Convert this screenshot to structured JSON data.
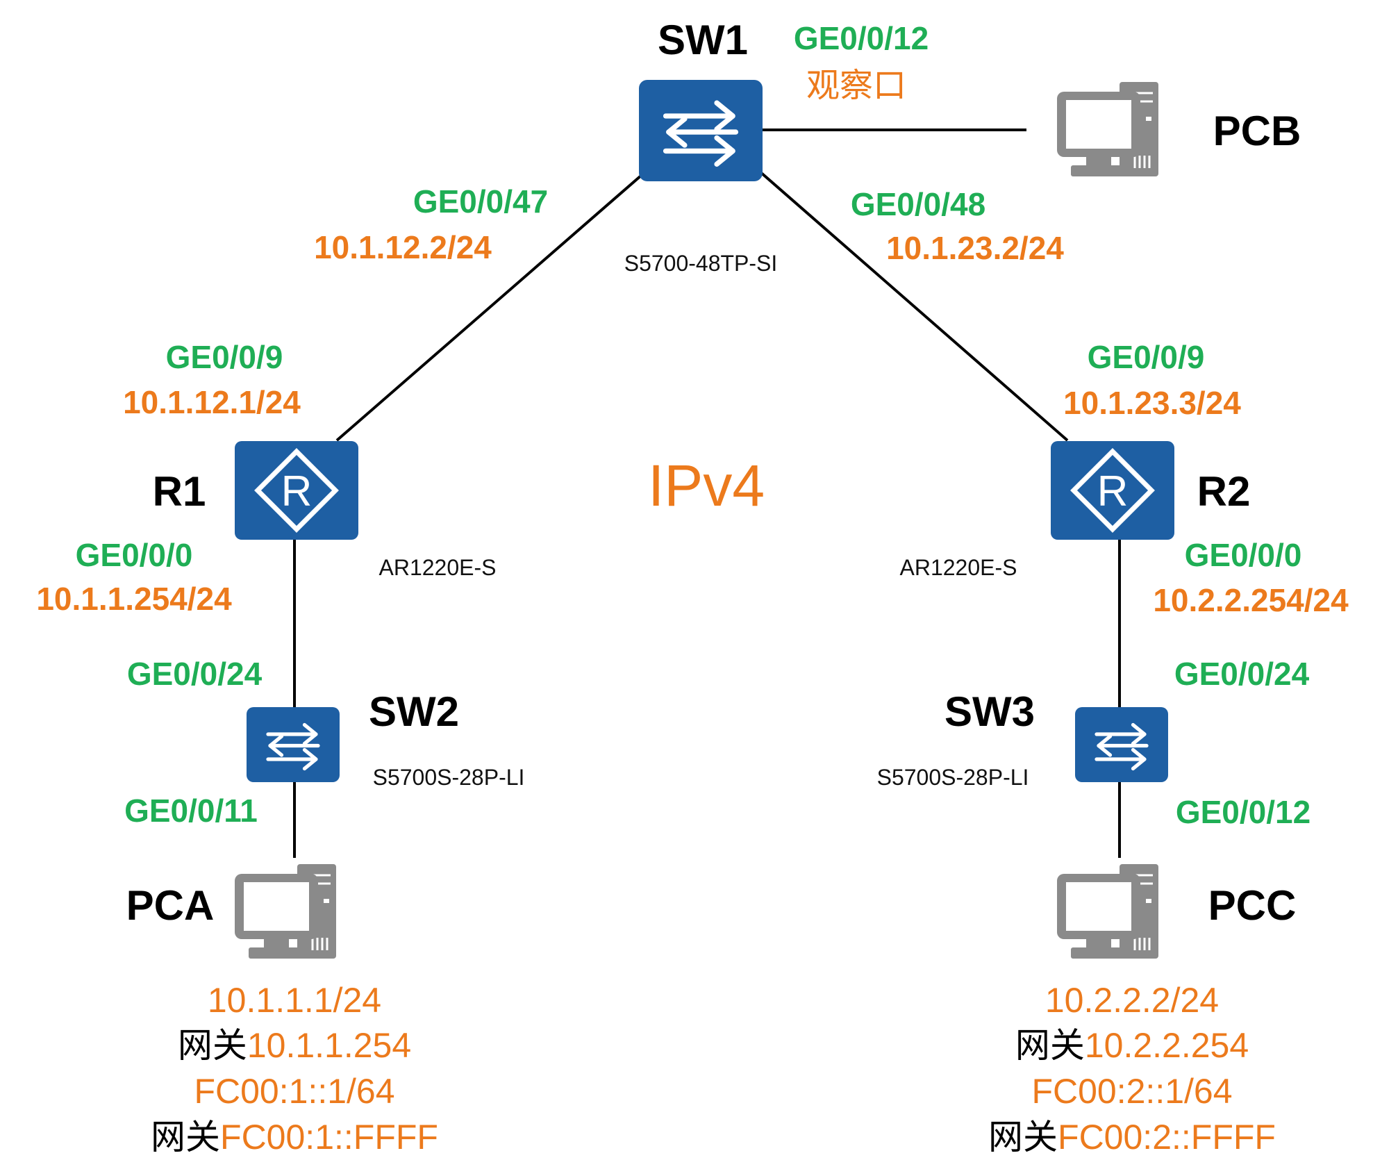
{
  "colors": {
    "port": "#1fae55",
    "ip": "#ec7a1c",
    "device_blue": "#1e5fa3",
    "pc_gray": "#8a8a8a",
    "link": "#000000",
    "text": "#000000"
  },
  "icons": {
    "switch": "switch-icon",
    "router": "router-icon",
    "pc": "pc-icon"
  },
  "diagram_title": "IPv4",
  "devices": {
    "sw1": {
      "name": "SW1",
      "model": "S5700-48TP-SI"
    },
    "sw2": {
      "name": "SW2",
      "model": "S5700S-28P-LI"
    },
    "sw3": {
      "name": "SW3",
      "model": "S5700S-28P-LI"
    },
    "r1": {
      "name": "R1",
      "model": "AR1220E-S"
    },
    "r2": {
      "name": "R2",
      "model": "AR1220E-S"
    },
    "pca": {
      "name": "PCA"
    },
    "pcb": {
      "name": "PCB"
    },
    "pcc": {
      "name": "PCC"
    }
  },
  "interfaces": {
    "sw1_to_pcb": {
      "port": "GE0/0/12",
      "note": "观察口"
    },
    "sw1_to_r1": {
      "port": "GE0/0/47",
      "ip": "10.1.12.2/24"
    },
    "sw1_to_r2": {
      "port": "GE0/0/48",
      "ip": "10.1.23.2/24"
    },
    "r1_up": {
      "port": "GE0/0/9",
      "ip": "10.1.12.1/24"
    },
    "r2_up": {
      "port": "GE0/0/9",
      "ip": "10.1.23.3/24"
    },
    "r1_down": {
      "port": "GE0/0/0",
      "ip": "10.1.1.254/24"
    },
    "r2_down": {
      "port": "GE0/0/0",
      "ip": "10.2.2.254/24"
    },
    "sw2_up": {
      "port": "GE0/0/24"
    },
    "sw2_down": {
      "port": "GE0/0/11"
    },
    "sw3_up": {
      "port": "GE0/0/24"
    },
    "sw3_down": {
      "port": "GE0/0/12"
    }
  },
  "hosts": {
    "pca": {
      "ipv4": "10.1.1.1/24",
      "gw_label": "网关",
      "gw4": "10.1.1.254",
      "ipv6": "FC00:1::1/64",
      "gw6": "FC00:1::FFFF"
    },
    "pcc": {
      "ipv4": "10.2.2.2/24",
      "gw_label": "网关",
      "gw4": "10.2.2.254",
      "ipv6": "FC00:2::1/64",
      "gw6": "FC00:2::FFFF"
    }
  }
}
